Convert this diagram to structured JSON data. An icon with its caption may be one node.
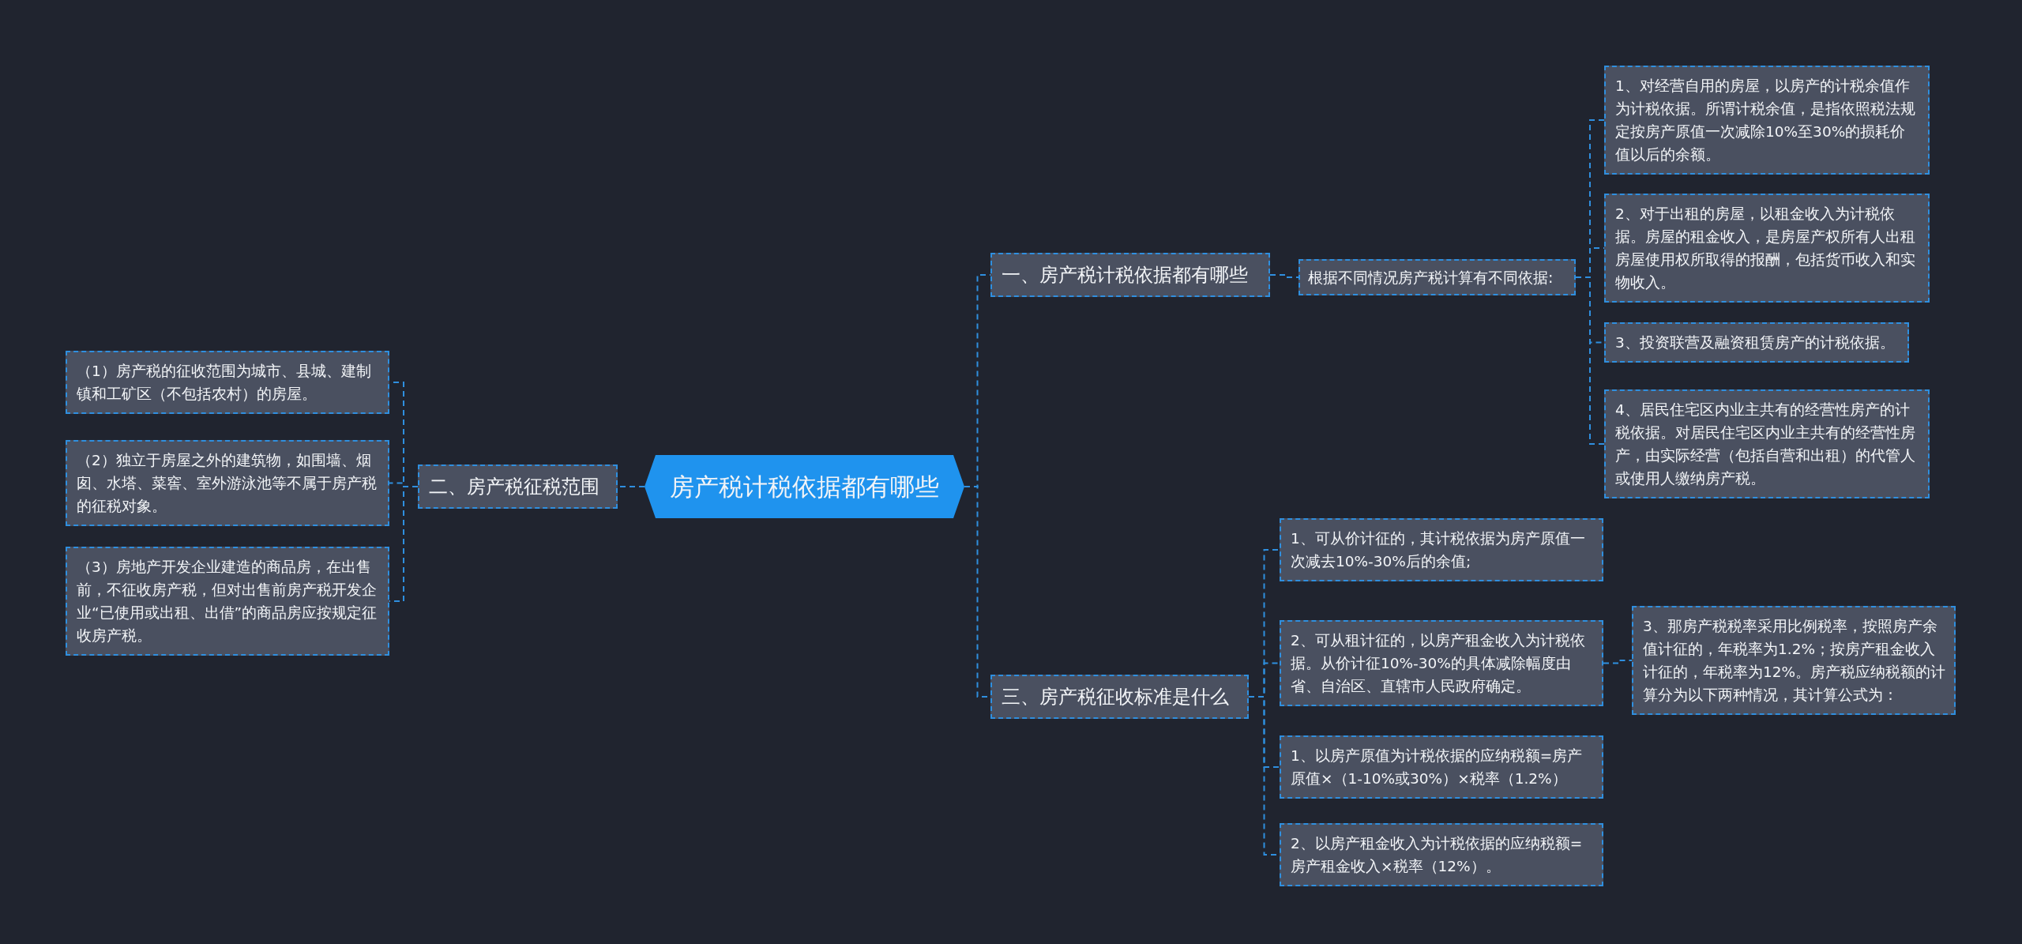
{
  "diagram": {
    "nodes": [
      {
        "text": [
          "房产税计税依据都有哪些"
        ]
      },
      {
        "text": [
          "一、房产税计税依据都有哪些"
        ]
      },
      {
        "text": [
          "根据不同情况房产税计算有不同依据:"
        ]
      },
      {
        "text": [
          "1、对经营自用的房屋，以房产的计税余值作为计税依据。所谓计税余值，是指依照税法规定按房产原值一次减除10%至30%的损耗价值以后的余额。"
        ]
      },
      {
        "text": [
          "2、对于出租的房屋，以租金收入为计税依据。房屋的租金收入，是房屋产权所有人出租房屋使用权所取得的报酬，包括货币收入和实物收入。"
        ]
      },
      {
        "text": [
          "3、投资联营及融资租赁房产的计税依据。"
        ]
      },
      {
        "text": [
          "4、居民住宅区内业主共有的经营性房产的计税依据。对居民住宅区内业主共有的经营性房产，由实际经营（包括自营和出租）的代管人或使用人缴纳房产税。"
        ]
      },
      {
        "text": [
          "二、房产税征税范围"
        ]
      },
      {
        "text": [
          "（1）房产税的征收范围为城市、县城、建制镇和工矿区（不包括农村）的房屋。"
        ]
      },
      {
        "text": [
          "（2）独立于房屋之外的建筑物，如围墙、烟囱、水塔、菜窖、室外游泳池等不属于房产税的征税对象。"
        ]
      },
      {
        "text": [
          "（3）房地产开发企业建造的商品房，在出售前，不征收房产税，但对出售前房产税开发企业“已使用或出租、出借”的商品房应按规定征收房产税。"
        ]
      },
      {
        "text": [
          "三、房产税征收标准是什么"
        ]
      },
      {
        "text": [
          "1、可从价计征的，其计税依据为房产原值一次减去10%-30%后的余值;"
        ]
      },
      {
        "text": [
          "2、可从租计征的，以房产租金收入为计税依据。从价计征10%-30%的具体减除幅度由省、自治区、直辖市人民政府确定。"
        ]
      },
      {
        "text": [
          "1、以房产原值为计税依据的应纳税额=房产原值×（1-10%或30%）×税率（1.2%）"
        ]
      },
      {
        "text": [
          "2、以房产租金收入为计税依据的应纳税额=房产租金收入×税率（12%）。"
        ]
      },
      {
        "text": [
          "3、那房产税税率采用比例税率，按照房产余值计征的，年税率为1.2%；按房产租金收入计征的，年税率为12%。房产税应纳税额的计算分为以下两种情况，其计算公式为："
        ]
      }
    ],
    "edges": [
      {
        "from": 0,
        "to": 1,
        "arrow": "none"
      },
      {
        "from": 1,
        "to": 2,
        "arrow": "none"
      },
      {
        "from": 2,
        "to": 3,
        "arrow": "none"
      },
      {
        "from": 2,
        "to": 4,
        "arrow": "none"
      },
      {
        "from": 2,
        "to": 5,
        "arrow": "none"
      },
      {
        "from": 2,
        "to": 6,
        "arrow": "none"
      },
      {
        "from": 0,
        "to": 7,
        "arrow": "none"
      },
      {
        "from": 7,
        "to": 8,
        "arrow": "none"
      },
      {
        "from": 7,
        "to": 9,
        "arrow": "none"
      },
      {
        "from": 7,
        "to": 10,
        "arrow": "none"
      },
      {
        "from": 0,
        "to": 11,
        "arrow": "none"
      },
      {
        "from": 11,
        "to": 12,
        "arrow": "none"
      },
      {
        "from": 11,
        "to": 13,
        "arrow": "none"
      },
      {
        "from": 11,
        "to": 14,
        "arrow": "none"
      },
      {
        "from": 11,
        "to": 15,
        "arrow": "none"
      },
      {
        "from": 13,
        "to": 16,
        "arrow": "none"
      }
    ]
  }
}
